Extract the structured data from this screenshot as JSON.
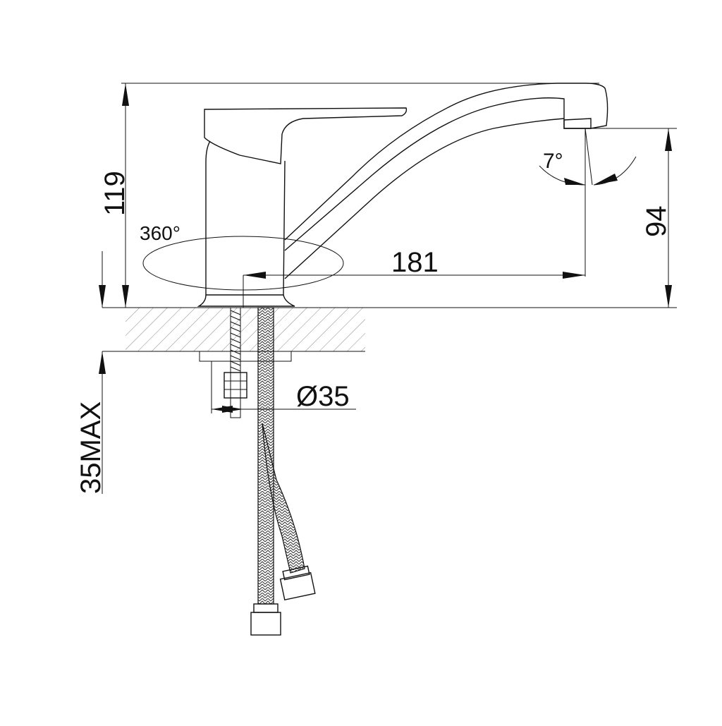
{
  "drawing": {
    "labels": {
      "height_total": "119",
      "height_outlet": "94",
      "spout_reach": "181",
      "swivel_angle": "360°",
      "tilt_angle": "7°",
      "shank_diameter": "Ø35",
      "max_counter_thickness": "35MAX"
    }
  }
}
